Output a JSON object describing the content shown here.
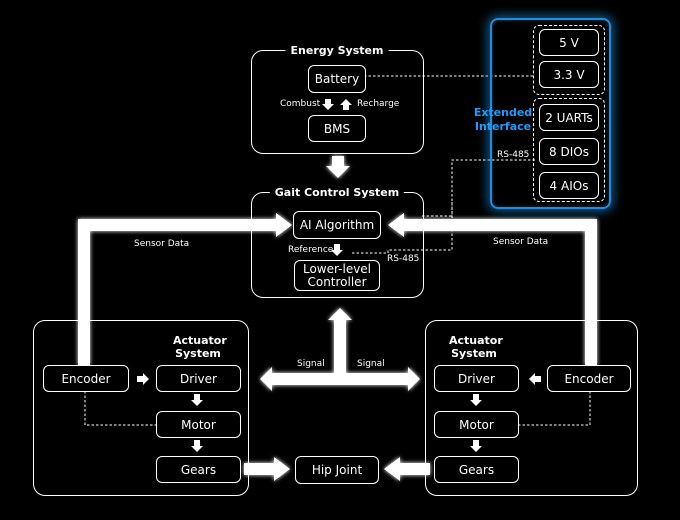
{
  "energy_system": {
    "title": "Energy System",
    "battery": "Battery",
    "bms": "BMS",
    "combust": "Combust",
    "recharge": "Recharge"
  },
  "gait_control_system": {
    "title": "Gait Control System",
    "ai_algorithm": "AI Algorithm",
    "reference": "Reference",
    "lower_level_controller": "Lower-level\nController"
  },
  "extended_interface": {
    "label": "Extended\nInterface",
    "power": [
      "5 V",
      "3.3 V"
    ],
    "io": [
      "2 UARTs",
      "8 DIOs",
      "4 AIOs"
    ],
    "color": "#1e8fe0"
  },
  "left_actuator": {
    "title": "Actuator\nSystem",
    "encoder": "Encoder",
    "driver": "Driver",
    "motor": "Motor",
    "gears": "Gears"
  },
  "right_actuator": {
    "title": "Actuator\nSystem",
    "encoder": "Encoder",
    "driver": "Driver",
    "motor": "Motor",
    "gears": "Gears"
  },
  "hip_joint": "Hip Joint",
  "labels": {
    "sensor_data_left": "Sensor Data",
    "sensor_data_right": "Sensor Data",
    "signal_left": "Signal",
    "signal_right": "Signal",
    "rs485_top": "RS-485",
    "rs485_bottom": "RS-485"
  }
}
